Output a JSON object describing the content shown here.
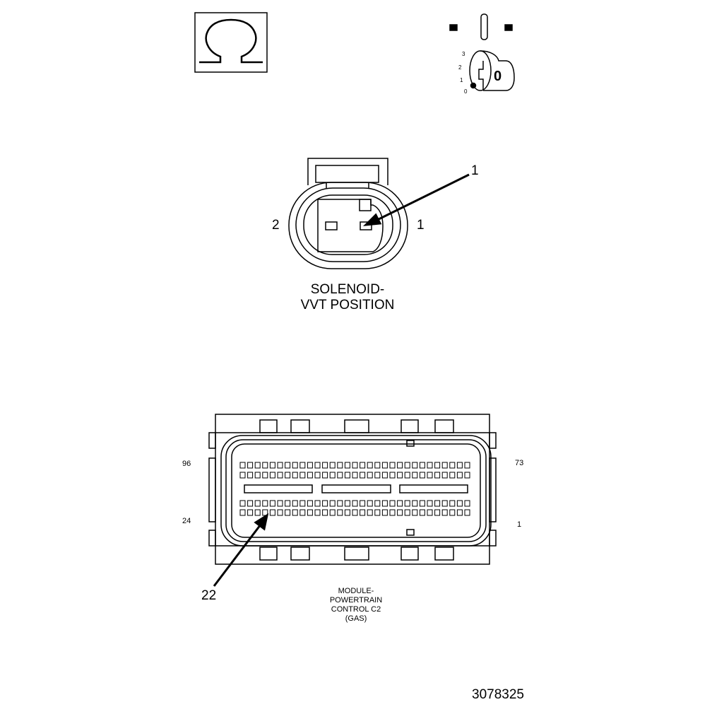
{
  "header": {
    "resistance_symbol": "Ω",
    "key_icon_label": "0",
    "ignition_positions": [
      "3",
      "2",
      "1",
      "0"
    ]
  },
  "solenoid_connector": {
    "pin_left_label": "2",
    "pin_right_label": "1",
    "callout_label": "1",
    "name_line1": "SOLENOID-",
    "name_line2": "VVT POSITION"
  },
  "pcm_connector": {
    "top_left_pin": "96",
    "top_right_pin": "73",
    "bottom_left_pin": "24",
    "bottom_right_pin": "1",
    "callout_label": "22",
    "name_line1": "MODULE-",
    "name_line2": "POWERTRAIN",
    "name_line3": "CONTROL C2",
    "name_line4": "(GAS)"
  },
  "figure_number": "3078325"
}
